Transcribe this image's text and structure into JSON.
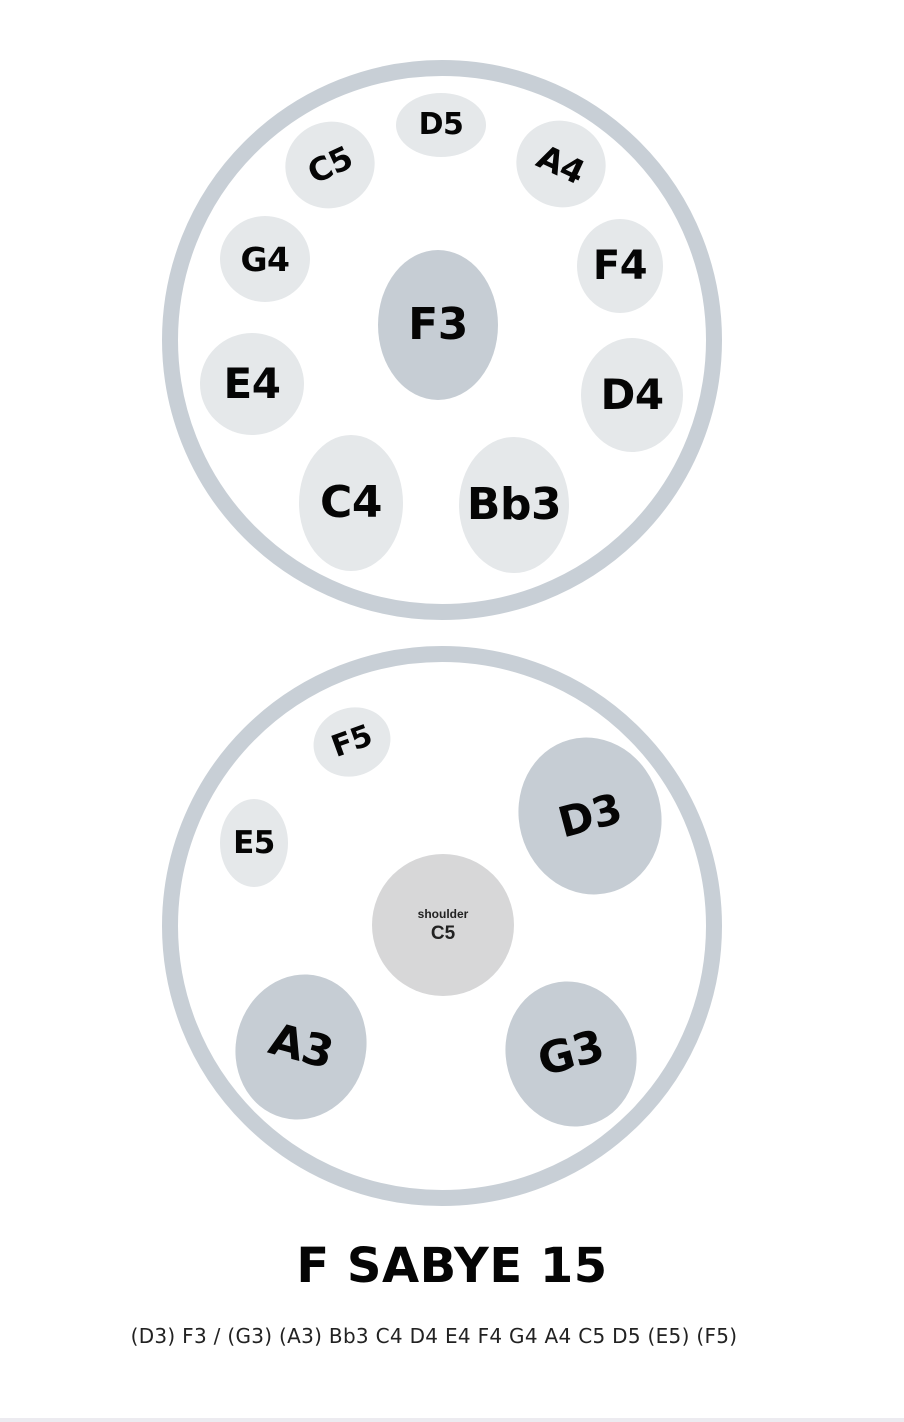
{
  "top_pan": {
    "ding": "F3",
    "tone_fields": [
      "D5",
      "C5",
      "A4",
      "G4",
      "F4",
      "E4",
      "D4",
      "C4",
      "Bb3"
    ]
  },
  "bottom_pan": {
    "shoulder_label": "shoulder",
    "shoulder_note": "C5",
    "tone_fields": [
      "F5",
      "D3",
      "E5",
      "A3",
      "G3"
    ]
  },
  "title": "F SABYE 15",
  "notes_sequence": "(D3) F3 / (G3) (A3) Bb3 C4 D4 E4 F4 G4 A4 C5 D5 (E5) (F5)",
  "colors": {
    "rim": "#c8cfd6",
    "tone_field_light": "#e5e8ea",
    "tone_field_dark": "#c6cdd4",
    "shoulder": "#d7d7d8"
  }
}
